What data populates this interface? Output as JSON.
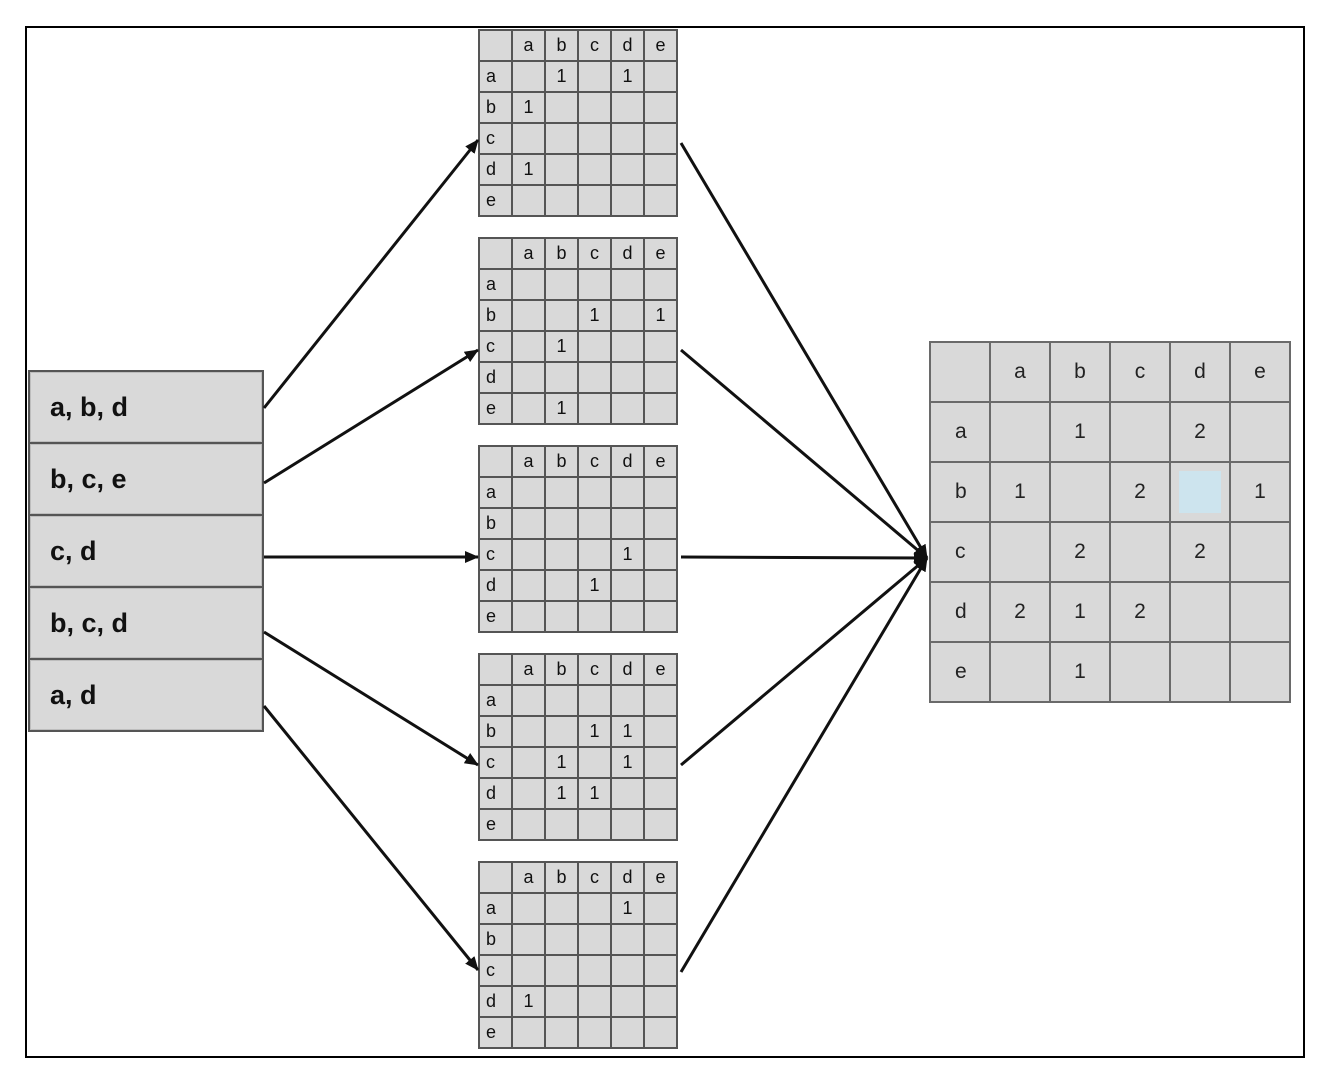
{
  "labels": [
    "a",
    "b",
    "c",
    "d",
    "e"
  ],
  "transactions": [
    "a, b, d",
    "b, c, e",
    "c, d",
    "b, c, d",
    "a, d"
  ],
  "matrices": [
    [
      [
        "",
        "1",
        "",
        "1",
        ""
      ],
      [
        "1",
        "",
        "",
        "",
        ""
      ],
      [
        "",
        "",
        "",
        "",
        ""
      ],
      [
        "1",
        "",
        "",
        "",
        ""
      ],
      [
        "",
        "",
        "",
        "",
        ""
      ]
    ],
    [
      [
        "",
        "",
        "",
        "",
        ""
      ],
      [
        "",
        "",
        "1",
        "",
        "1"
      ],
      [
        "",
        "1",
        "",
        "",
        ""
      ],
      [
        "",
        "",
        "",
        "",
        ""
      ],
      [
        "",
        "1",
        "",
        "",
        ""
      ]
    ],
    [
      [
        "",
        "",
        "",
        "",
        ""
      ],
      [
        "",
        "",
        "",
        "",
        ""
      ],
      [
        "",
        "",
        "",
        "1",
        ""
      ],
      [
        "",
        "",
        "1",
        "",
        ""
      ],
      [
        "",
        "",
        "",
        "",
        ""
      ]
    ],
    [
      [
        "",
        "",
        "",
        "",
        ""
      ],
      [
        "",
        "",
        "1",
        "1",
        ""
      ],
      [
        "",
        "1",
        "",
        "1",
        ""
      ],
      [
        "",
        "1",
        "1",
        "",
        ""
      ],
      [
        "",
        "",
        "",
        "",
        ""
      ]
    ],
    [
      [
        "",
        "",
        "",
        "1",
        ""
      ],
      [
        "",
        "",
        "",
        "",
        ""
      ],
      [
        "",
        "",
        "",
        "",
        ""
      ],
      [
        "1",
        "",
        "",
        "",
        ""
      ],
      [
        "",
        "",
        "",
        "",
        ""
      ]
    ]
  ],
  "result": [
    [
      "",
      "1",
      "",
      "2",
      ""
    ],
    [
      "1",
      "",
      "2",
      "",
      "1"
    ],
    [
      "",
      "2",
      "",
      "2",
      ""
    ],
    [
      "2",
      "1",
      "2",
      "",
      ""
    ],
    [
      "",
      "1",
      "",
      "",
      ""
    ]
  ],
  "highlight_cell": "b-d",
  "colors": {
    "cell_fill": "#d9d9d9",
    "grid": "#555555",
    "highlight": "#cde4ee",
    "arrow": "#111111"
  }
}
